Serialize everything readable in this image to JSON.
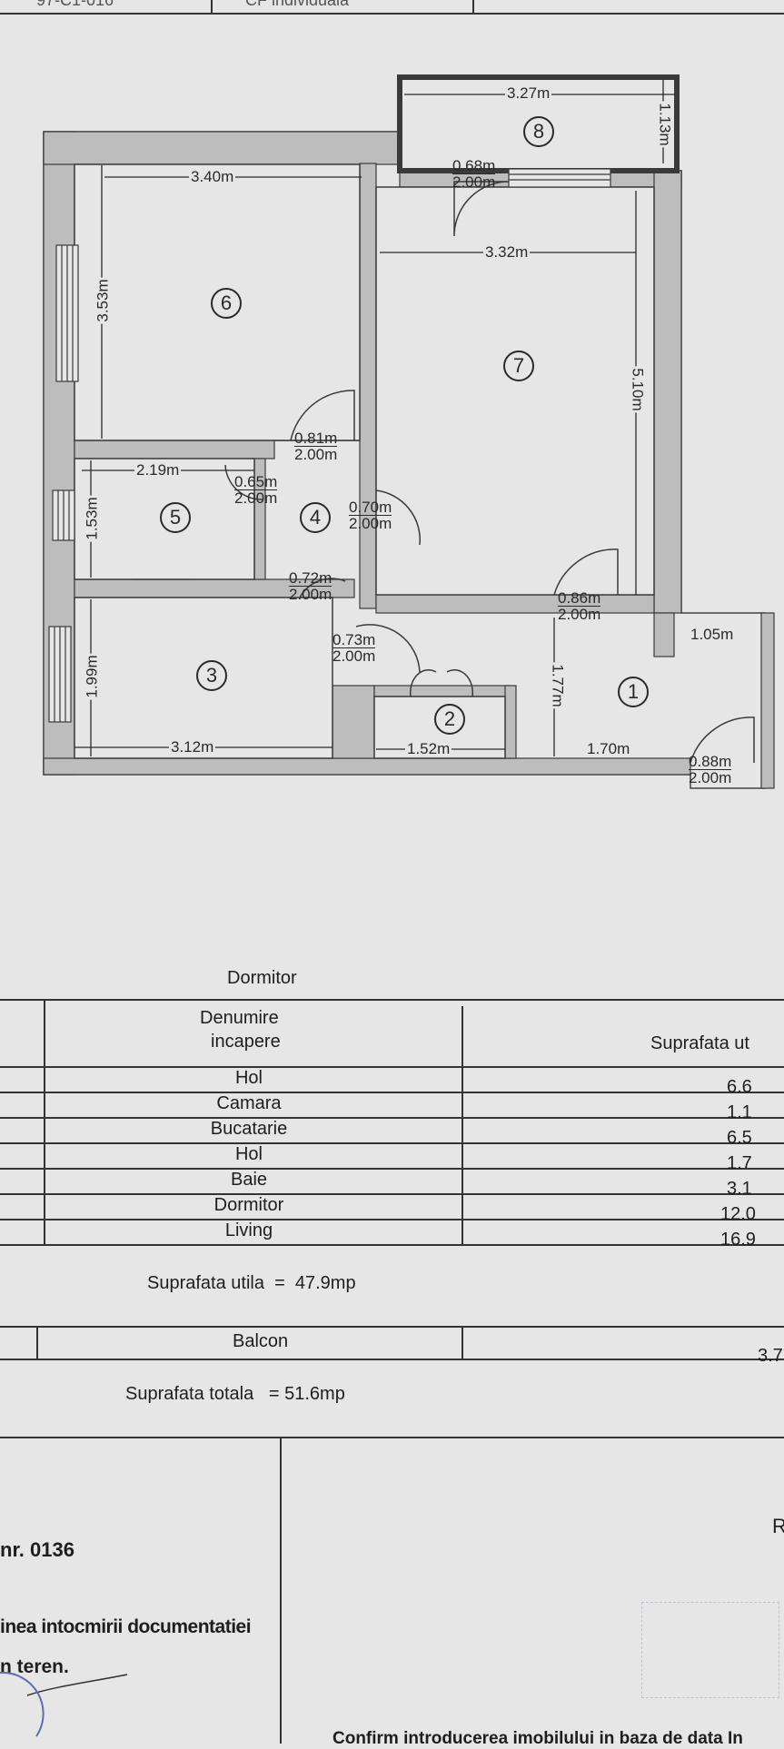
{
  "header": {
    "cell_left": "97-C1-016",
    "cell_right": "CF individuala"
  },
  "plan": {
    "rooms": [
      {
        "num": "1"
      },
      {
        "num": "2"
      },
      {
        "num": "3"
      },
      {
        "num": "4"
      },
      {
        "num": "5"
      },
      {
        "num": "6"
      },
      {
        "num": "7"
      },
      {
        "num": "8"
      }
    ],
    "dims": {
      "balcony_w": "3.27m",
      "balcony_h": "1.13m",
      "r6_w": "3.40m",
      "r6_h": "3.53m",
      "r7_w": "3.32m",
      "r7_h": "5.10m",
      "r5_w": "2.19m",
      "r5_h": "1.53m",
      "r3_w": "3.12m",
      "r3_h": "1.99m",
      "r2_w": "1.52m",
      "r1_h": "1.77m",
      "r1_w": "1.70m",
      "r1_side": "1.05m"
    },
    "doors": [
      {
        "w": "0.68m",
        "h": "2.00m"
      },
      {
        "w": "0.81m",
        "h": "2.00m"
      },
      {
        "w": "0.65m",
        "h": "2.00m"
      },
      {
        "w": "0.70m",
        "h": "2.00m"
      },
      {
        "w": "0.72m",
        "h": "2.00m"
      },
      {
        "w": "0.73m",
        "h": "2.00m"
      },
      {
        "w": "0.86m",
        "h": "2.00m"
      },
      {
        "w": "0.88m",
        "h": "2.00m"
      }
    ]
  },
  "table": {
    "caption": "Dormitor",
    "col_name": "Denumire\nincapere",
    "col_name_l1": "Denumire",
    "col_name_l2": "incapere",
    "col_area": "Suprafata ut",
    "rows": [
      {
        "name": "Hol",
        "area": "6.6"
      },
      {
        "name": "Camara",
        "area": "1.1"
      },
      {
        "name": "Bucatarie",
        "area": "6.5"
      },
      {
        "name": "Hol",
        "area": "1.7"
      },
      {
        "name": "Baie",
        "area": "3.1"
      },
      {
        "name": "Dormitor",
        "area": "12.0"
      },
      {
        "name": "Living",
        "area": "16.9"
      }
    ],
    "useful_total": "Suprafata utila  =  47.9mp",
    "balcony_name": "Balcon",
    "balcony_area": "3.7",
    "grand_total": "Suprafata totala   = 51.6mp"
  },
  "footer": {
    "nr": "nr. 0136",
    "line1": "inea intocmirii documentatiei",
    "line2": "n teren.",
    "right_letter": "R",
    "confirm": "Confirm introducerea imobilului in baza de data In"
  }
}
